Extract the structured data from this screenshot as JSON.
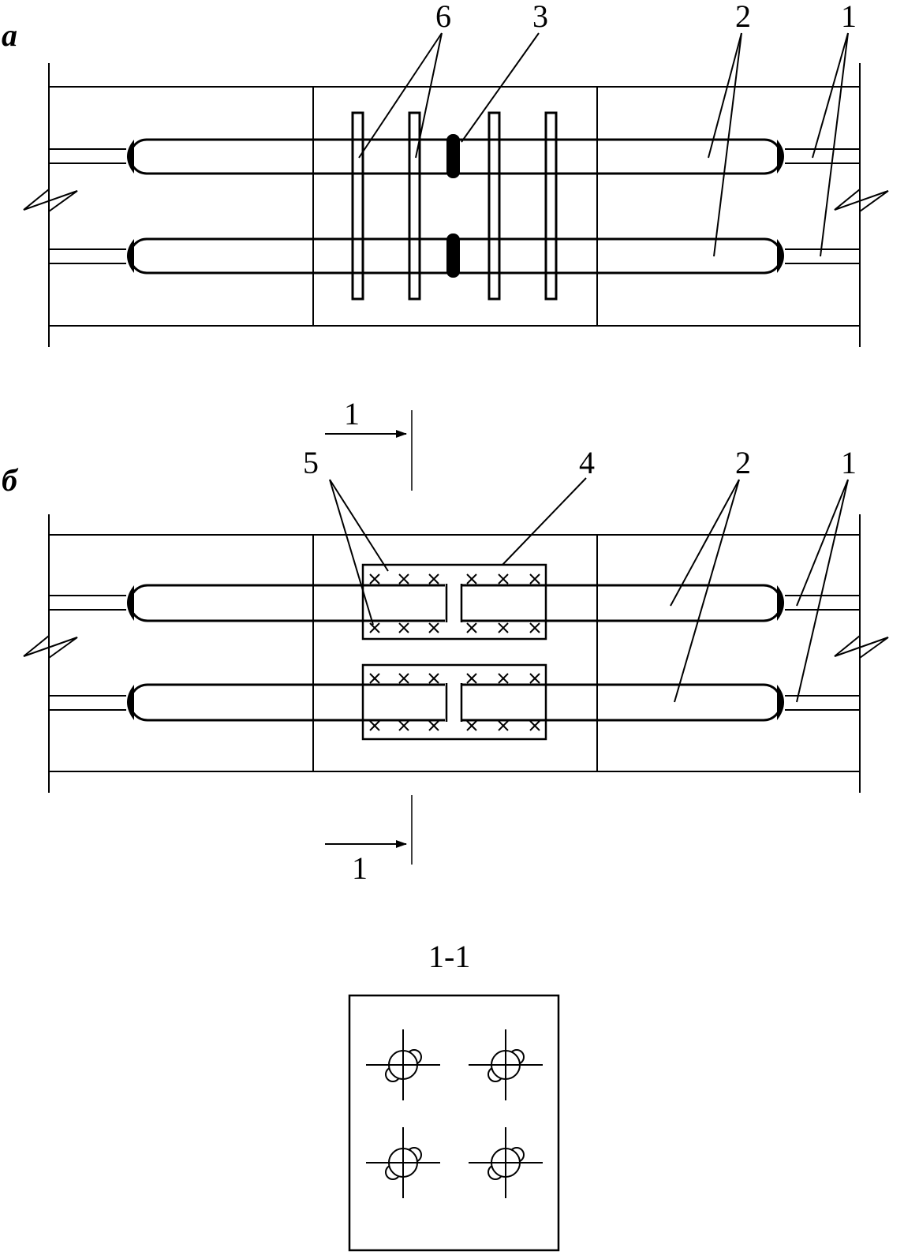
{
  "figure_a": {
    "label": "а",
    "callouts": [
      "6",
      "3",
      "2",
      "1"
    ]
  },
  "figure_b": {
    "label": "б",
    "callouts": [
      "5",
      "4",
      "2",
      "1"
    ],
    "section_mark_top": "1",
    "section_mark_bottom": "1"
  },
  "section": {
    "title": "1-1"
  }
}
